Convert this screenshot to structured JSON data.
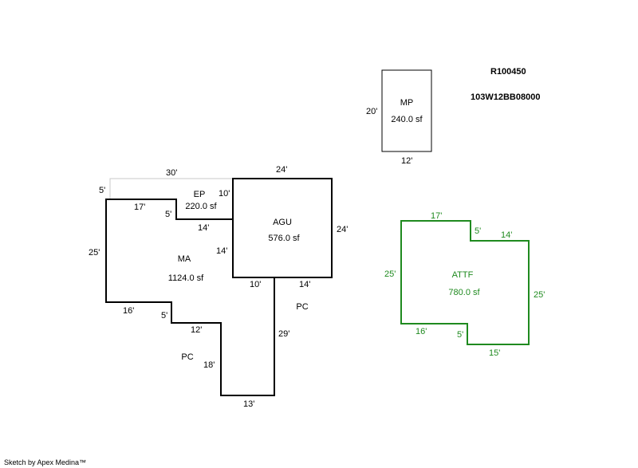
{
  "parcel": {
    "account": "R100450",
    "map_tax_lot": "103W12BB08000"
  },
  "areas": {
    "mp": {
      "name": "MP",
      "area": "240.0 sf"
    },
    "ep": {
      "name": "EP",
      "area": "220.0 sf"
    },
    "agu": {
      "name": "AGU",
      "area": "576.0 sf"
    },
    "ma": {
      "name": "MA",
      "area": "1124.0 sf"
    },
    "pc1": {
      "name": "PC"
    },
    "pc2": {
      "name": "PC"
    },
    "attf": {
      "name": "ATTF",
      "area": "780.0 sf"
    }
  },
  "dims": {
    "mp_left": "20'",
    "mp_bottom": "12'",
    "ep_top": "30'",
    "ep_left": "5'",
    "ep_right": "10'",
    "agu_top": "24'",
    "agu_right": "24'",
    "agu_left_lower": "14'",
    "agu_bottom_left": "10'",
    "agu_bottom_right": "14'",
    "ma_top": "17'",
    "ma_step": "5'",
    "ma_mid": "14'",
    "ma_left": "25'",
    "ma_bottom": "16'",
    "pc_step": "5'",
    "pc_mid": "12'",
    "pc_left": "18'",
    "pc_bottom": "13'",
    "pc_right": "29'",
    "attf_top": "17'",
    "attf_step": "5'",
    "attf_top_right": "14'",
    "attf_left": "25'",
    "attf_right": "25'",
    "attf_bottom": "16'",
    "attf_bottom_step": "5'",
    "attf_bottom_right": "15'"
  },
  "footer": {
    "credit": "Sketch by Apex Medina™"
  },
  "colors": {
    "main": "#000000",
    "attf": "#1f8a1f",
    "ep_outline": "#c8c8c8"
  }
}
